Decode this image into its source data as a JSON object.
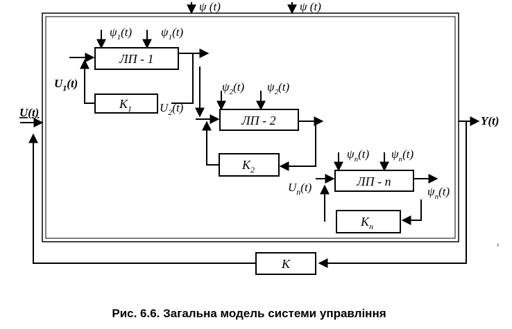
{
  "blocks": {
    "lp1": "ЛП - 1",
    "lp2": "ЛП - 2",
    "lpn": "ЛП - n",
    "k1": "K",
    "k1_sub": "1",
    "k2": "K",
    "k2_sub": "2",
    "kn": "K",
    "kn_sub": "n",
    "k": "K"
  },
  "signals": {
    "psi_top": "ψ (t)",
    "psi": "ψ",
    "t": "(t)",
    "sub1": "1",
    "sub2": "2",
    "subn": "n",
    "U": "U",
    "Y": "Y(t)",
    "U_in": "U(t)"
  },
  "caption": "Рис. 6.6. Загальна модель системи управління",
  "artifact": "ᵡ"
}
